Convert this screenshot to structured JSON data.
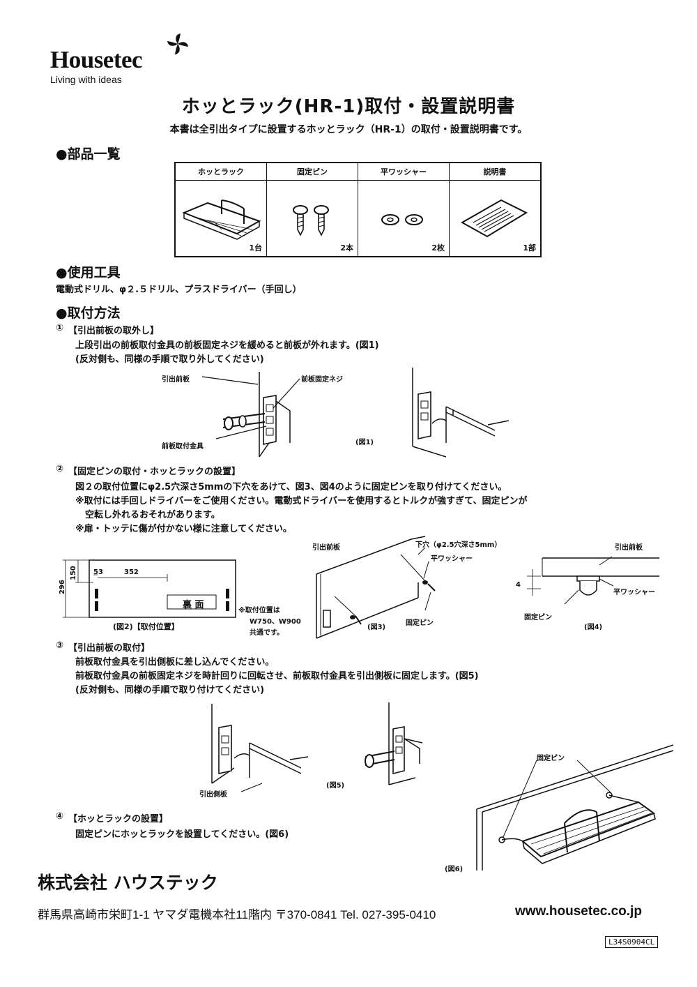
{
  "header": {
    "brand": "Housetec",
    "tagline": "Living with ideas",
    "title": "ホッとラック(HR-1)取付・設置説明書",
    "subtitle": "本書は全引出タイプに設置するホッとラック（HR-1）の取付・設置説明書です。"
  },
  "parts": {
    "heading": "●部品一覧",
    "columns": [
      {
        "name": "ホッとラック",
        "qty": "1台"
      },
      {
        "name": "固定ピン",
        "qty": "2本"
      },
      {
        "name": "平ワッシャー",
        "qty": "2枚"
      },
      {
        "name": "説明書",
        "qty": "1部"
      }
    ]
  },
  "tools": {
    "heading": "●使用工具",
    "text": "電動式ドリル、φ２.５ドリル、プラスドライバー（手回し）"
  },
  "method": {
    "heading": "●取付方法",
    "step1": {
      "num": "①",
      "title": "【引出前板の取外し】",
      "line1": "上段引出の前板取付金具の前板固定ネジを緩めると前板が外れます。(図1)",
      "line2": "(反対側も、同様の手順で取り外してください)",
      "labels": {
        "front_panel": "引出前板",
        "screw": "前板固定ネジ",
        "bracket": "前板取付金具",
        "fig": "(図1)"
      }
    },
    "step2": {
      "num": "②",
      "title": "【固定ピンの取付・ホッとラックの設置】",
      "line1": "図２の取付位置にφ2.5穴深さ5mmの下穴をあけて、図3、図4のように固定ピンを取り付けてください。",
      "line2": "※取付には手回しドライバーをご使用ください。電動式ドライバーを使用するとトルクが強すぎて、固定ピンが",
      "line3": "空転し外れるおそれがあります。",
      "line4": "※扉・トッテに傷が付かない様に注意してください。",
      "fig2": {
        "dim_h": "296",
        "dim_v": "150",
        "dim_53": "53",
        "dim_352": "352",
        "back": "裏 面",
        "caption": "(図2)【取付位置】",
        "note1": "※取付位置は",
        "note2": "W750、W900",
        "note3": "共通です。"
      },
      "fig3": {
        "front_panel": "引出前板",
        "hole": "下穴（φ2.5穴深さ5mm）",
        "washer": "平ワッシャー",
        "pin": "固定ピン",
        "caption": "(図3)"
      },
      "fig4": {
        "front_panel": "引出前板",
        "dim": "4",
        "washer": "平ワッシャー",
        "pin": "固定ピン",
        "caption": "(図4)"
      }
    },
    "step3": {
      "num": "③",
      "title": "【引出前板の取付】",
      "line1": "前板取付金具を引出側板に差し込んでください。",
      "line2": "前板取付金具の前板固定ネジを時計回りに回転させ、前板取付金具を引出側板に固定します。(図5)",
      "line3": "(反対側も、同様の手順で取り付けてください)",
      "labels": {
        "side_panel": "引出側板",
        "fig": "(図5)"
      }
    },
    "step4": {
      "num": "④",
      "title": "【ホッとラックの設置】",
      "line1": "固定ピンにホッとラックを設置してください。(図6)",
      "labels": {
        "pin": "固定ピン",
        "fig": "(図6)"
      }
    }
  },
  "footer": {
    "company": "株式会社 ハウステック",
    "address": "群馬県高崎市栄町1-1  ヤマダ電機本社11階内   〒370-0841   Tel. 027-395-0410",
    "url": "www.housetec.co.jp",
    "code": "L34S0904CL"
  }
}
